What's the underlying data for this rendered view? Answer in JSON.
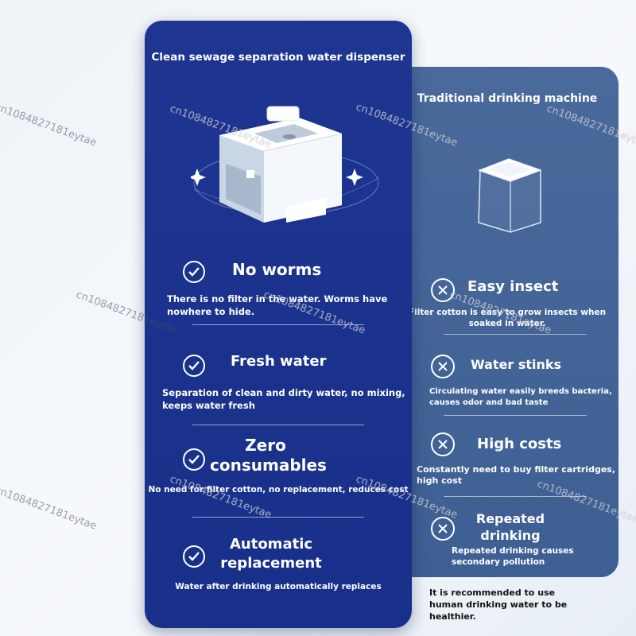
{
  "left_panel": {
    "title": "Clean sewage separation water dispenser",
    "features": [
      {
        "heading": "No worms",
        "desc": "There is no filter in the water. Worms have nowhere to hide."
      },
      {
        "heading": "Fresh water",
        "desc": "Separation of clean and dirty water, no mixing, keeps water fresh"
      },
      {
        "heading": "Zero consumables",
        "desc": "No need for filter cotton, no replacement, reduces cost"
      },
      {
        "heading": "Automatic replacement",
        "desc": "Water after drinking automatically replaces"
      }
    ]
  },
  "right_panel": {
    "title": "Traditional drinking machine",
    "issues": [
      {
        "heading": "Easy insect",
        "desc": "Filter cotton is easy to grow insects when soaked in water."
      },
      {
        "heading": "Water stinks",
        "desc": "Circulating water easily breeds bacteria, causes odor and bad taste"
      },
      {
        "heading": "High costs",
        "desc": "Constantly need to buy filter cartridges, high cost"
      },
      {
        "heading": "Repeated drinking",
        "desc": "Repeated drinking causes secondary pollution"
      }
    ]
  },
  "footer_note": "It is recommended to use human drinking water to be healthier.",
  "watermark": "cn1084827181eytae",
  "colors": {
    "left_panel": "#1e3591",
    "right_panel": "#4a6a9c",
    "icon": "#ffffff"
  }
}
